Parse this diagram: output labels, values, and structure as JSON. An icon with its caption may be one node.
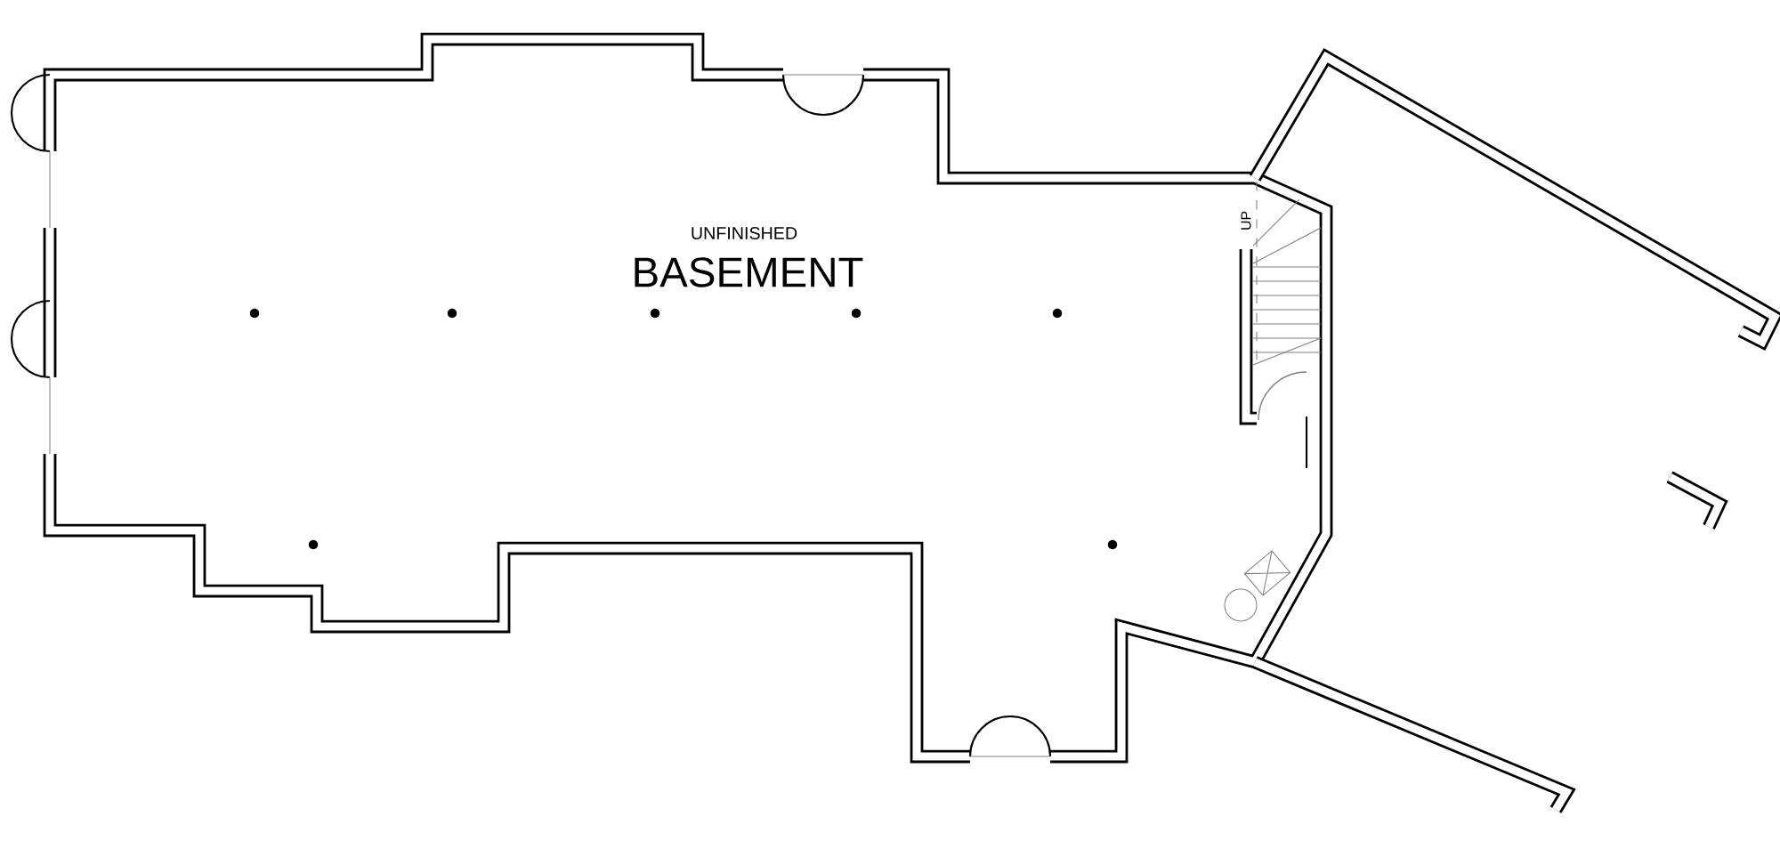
{
  "diagram": {
    "labels": [
      "UNFINISHED",
      "BASEMENT",
      "UP"
    ]
  }
}
